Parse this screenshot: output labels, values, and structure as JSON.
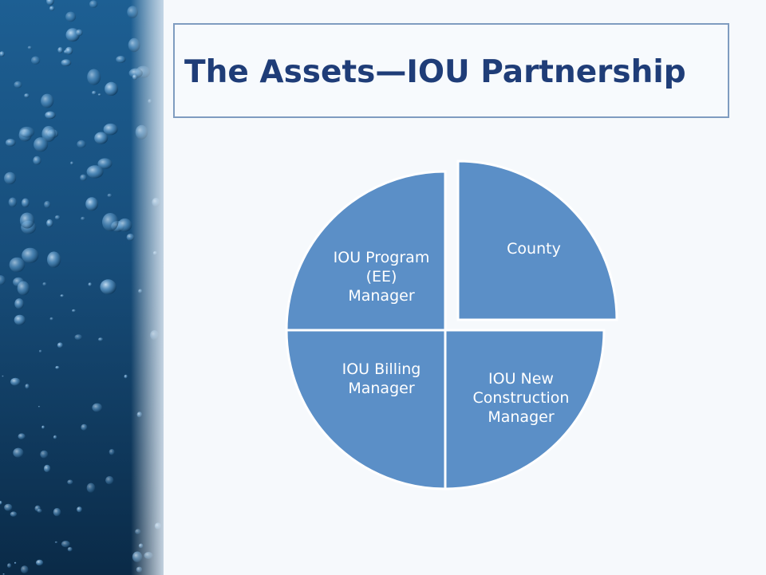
{
  "slide": {
    "title": "The Assets—IOU Partnership"
  },
  "diagram": {
    "type": "cycle-pie",
    "segments": [
      {
        "id": "county",
        "label_lines": [
          "County"
        ]
      },
      {
        "id": "new-construction",
        "label_lines": [
          "IOU New",
          "Construction",
          "Manager"
        ]
      },
      {
        "id": "billing",
        "label_lines": [
          "IOU Billing",
          "Manager"
        ]
      },
      {
        "id": "program",
        "label_lines": [
          "IOU Program",
          "(EE)",
          "Manager"
        ]
      }
    ]
  },
  "colors": {
    "segment_fill": "#5b8fc7",
    "segment_stroke": "#ffffff",
    "title_text": "#1f3d78",
    "title_border": "#7f9cc0",
    "background": "#f6f9fc"
  }
}
